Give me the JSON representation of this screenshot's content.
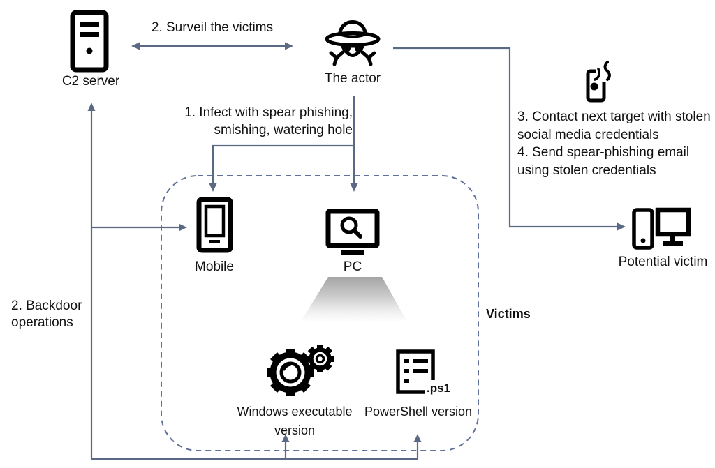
{
  "colors": {
    "line": "#5a6a85",
    "dashed": "#60719b",
    "icon": "#000000",
    "text": "#111111",
    "beam_top": "#a4a4a4"
  },
  "nodes": {
    "c2_server": {
      "label": "C2 server"
    },
    "actor": {
      "label": "The actor"
    },
    "mobile": {
      "label": "Mobile"
    },
    "pc": {
      "label": "PC"
    },
    "windows_executable": {
      "label": "Windows executable version"
    },
    "powershell": {
      "label": "PowerShell version",
      "badge": ".ps1"
    },
    "potential_victim": {
      "label": "Potential victim"
    },
    "victims_group": {
      "label": "Victims"
    }
  },
  "annotations": {
    "surveil": "2. Surveil the victims",
    "infect_line1": "1. Infect with spear phishing,",
    "infect_line2": "smishing, watering hole",
    "step3": "3. Contact next target with stolen social media credentials",
    "step4": "4. Send spear-phishing email using stolen credentials",
    "backdoor": "2. Backdoor operations"
  },
  "icons": {
    "c2_server": "server-tower-icon",
    "actor": "spy-fedora-icon",
    "smishing": "smishing-phone-icon",
    "mobile": "smartphone-icon",
    "pc": "monitor-magnifier-icon",
    "windows_executable": "gears-icon",
    "powershell": "script-file-icon",
    "potential_victim": "desktop-computer-icon"
  }
}
